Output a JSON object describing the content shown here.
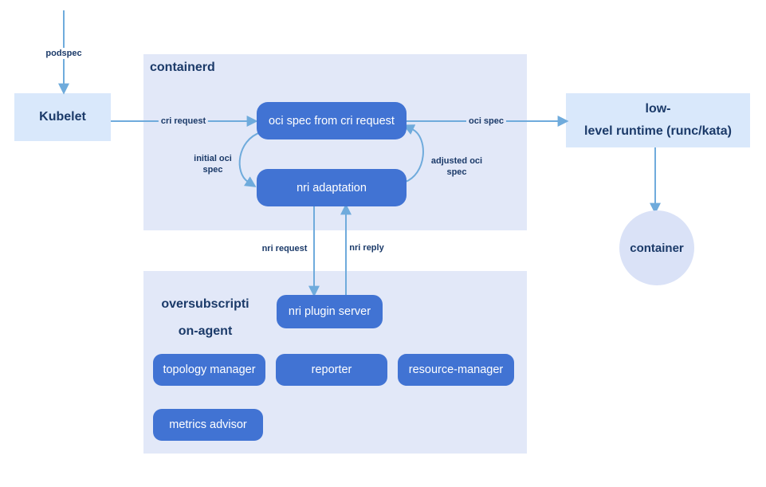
{
  "colors": {
    "page_bg": "#ffffff",
    "panel_bg": "#e2e8f8",
    "light_box_bg": "#d9e8fb",
    "circle_bg": "#dae2f7",
    "node_blue": "#4173d3",
    "node_text": "#ffffff",
    "text_navy": "#1b3a69",
    "arrow_blue": "#6fabdc"
  },
  "nodes": {
    "kubelet": {
      "label": "Kubelet"
    },
    "containerd_panel": {
      "title": "containerd"
    },
    "oci_spec_box": {
      "label": "oci spec from cri request"
    },
    "nri_adaptation": {
      "label": "nri adaptation"
    },
    "runtime": {
      "line1": "low-",
      "line2": "level runtime (runc/kata)"
    },
    "container_circle": {
      "label": "container"
    },
    "agent_panel": {
      "title_line1": "oversubscripti",
      "title_line2": "on-agent"
    },
    "nri_plugin_server": {
      "label": "nri plugin server"
    },
    "topology_manager": {
      "label": "topology manager"
    },
    "reporter": {
      "label": "reporter"
    },
    "resource_manager": {
      "label": "resource-manager"
    },
    "metrics_advisor": {
      "label": "metrics advisor"
    }
  },
  "edge_labels": {
    "podspec": "podspec",
    "cri_request": "cri request",
    "oci_spec": "oci spec",
    "initial_oci_spec": {
      "line1": "initial oci",
      "line2": "spec"
    },
    "adjusted_oci_spec": {
      "line1": "adjusted oci",
      "line2": "spec"
    },
    "nri_request": "nri request",
    "nri_reply": "nri reply"
  }
}
